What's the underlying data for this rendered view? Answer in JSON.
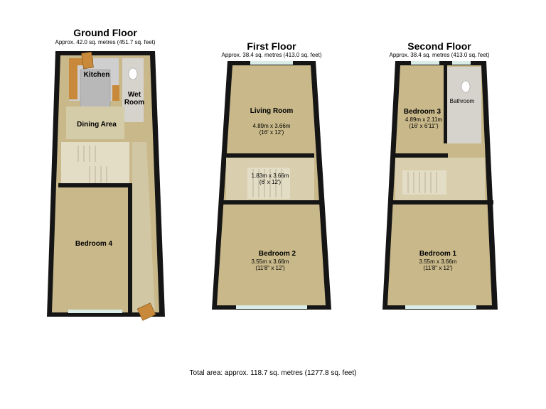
{
  "floors": [
    {
      "title": "Ground Floor",
      "area": "Approx. 42.0 sq. metres (451.7 sq. feet)",
      "rooms": [
        {
          "name": "Kitchen"
        },
        {
          "name": "Wet Room"
        },
        {
          "name": "Dining Area"
        },
        {
          "name": "Bedroom 4"
        }
      ]
    },
    {
      "title": "First Floor",
      "area": "Approx. 38.4 sq. metres (413.0 sq. feet)",
      "rooms": [
        {
          "name": "Living Room",
          "metric": "4.89m x 3.66m",
          "imperial": "(16' x 12')"
        },
        {
          "metric": "1.83m x 3.66m",
          "imperial": "(6' x 12')"
        },
        {
          "name": "Bedroom 2",
          "metric": "3.55m x 3.66m",
          "imperial": "(11'8\" x 12')"
        }
      ]
    },
    {
      "title": "Second Floor",
      "area": "Approx. 38.4 sq. metres (413.0 sq. feet)",
      "rooms": [
        {
          "name": "Bedroom 3",
          "metric": "4.89m x 2.11m",
          "imperial": "(16' x 6'11\")"
        },
        {
          "name": "Bathroom"
        },
        {
          "name": "Bedroom 1",
          "metric": "3.55m x 3.66m",
          "imperial": "(11'8\" x 12')"
        }
      ]
    }
  ],
  "total_area": "Total area: approx. 118.7 sq. metres (1277.8 sq. feet)",
  "colors": {
    "wall": "#151515",
    "carpet": "#c9b98a",
    "hall": "#d2c7a4",
    "stairs": "#e4ddc6",
    "kitchen_floor": "#b9b9b9",
    "wood": "#c88a3a",
    "window": "#d9ece8"
  }
}
